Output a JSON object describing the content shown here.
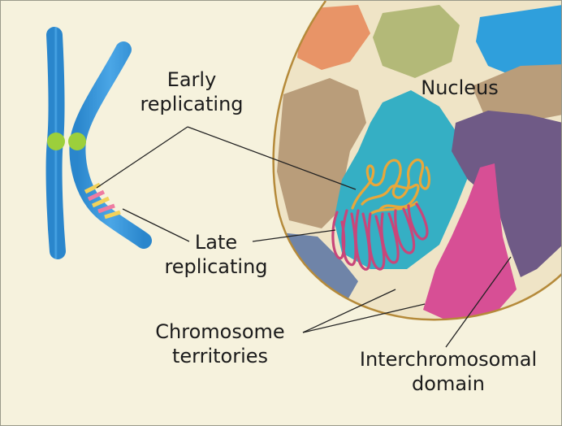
{
  "labels": {
    "early_line1": "Early",
    "early_line2": "replicating",
    "nucleus": "Nucleus",
    "late_line1": "Late",
    "late_line2": "replicating",
    "territories_line1": "Chromosome",
    "territories_line2": "territories",
    "interchrom_line1": "Interchromosomal",
    "interchrom_line2": "domain"
  },
  "colors": {
    "background": "#f6f2dd",
    "nucleoplasm": "#efe4c6",
    "nuclear_envelope": "#b58a3a",
    "chromosome": "#2f8fd6",
    "centromere": "#9ccf3b",
    "early_band": "#f2d25a",
    "late_band": "#ee7ba1",
    "territory_orange": "#e89467",
    "territory_olive": "#b3b978",
    "territory_blue": "#2f9fdc",
    "territory_tan": "#b99d7a",
    "territory_teal": "#35afc4",
    "territory_purple": "#6f5a86",
    "territory_magenta": "#d74f95",
    "territory_slate": "#6f84a8",
    "chromatin_early": "#e8a73a",
    "chromatin_late": "#c8467a"
  }
}
